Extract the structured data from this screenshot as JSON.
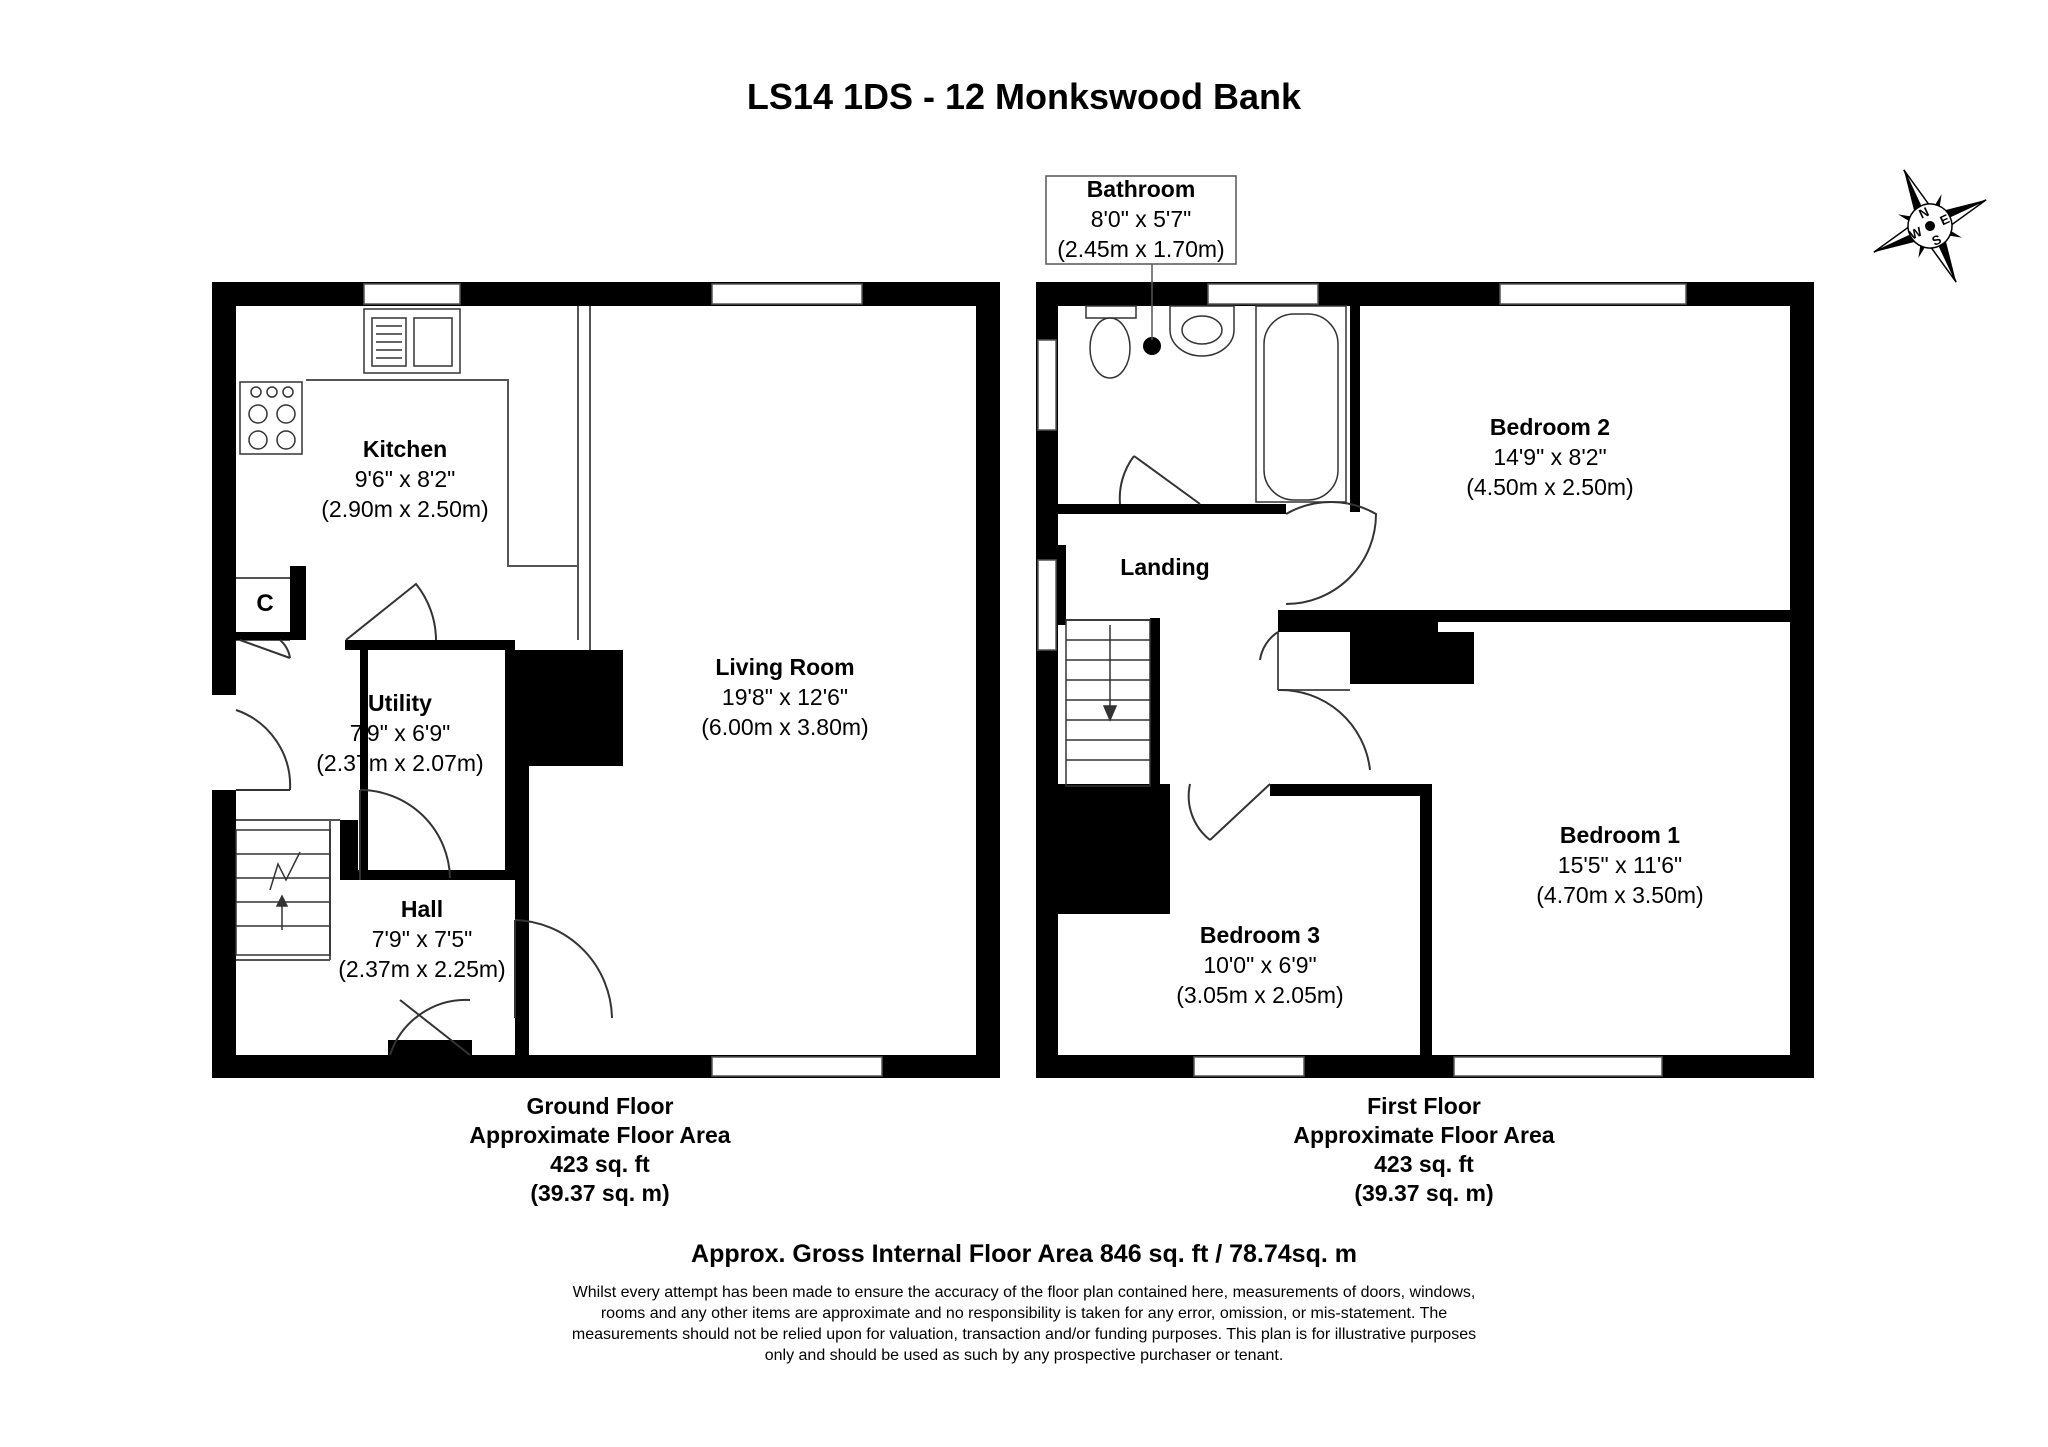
{
  "title": "LS14 1DS - 12 Monkswood Bank",
  "ground_floor": {
    "label_lines": [
      "Ground Floor",
      "Approximate Floor Area",
      "423 sq. ft",
      "(39.37 sq. m)"
    ],
    "rooms": {
      "kitchen": {
        "name": "Kitchen",
        "imperial": "9'6\" x 8'2\"",
        "metric": "(2.90m x 2.50m)"
      },
      "utility": {
        "name": "Utility",
        "imperial": "7'9\" x 6'9\"",
        "metric": "(2.37m x 2.07m)"
      },
      "living": {
        "name": "Living Room",
        "imperial": "19'8\" x 12'6\"",
        "metric": "(6.00m x 3.80m)"
      },
      "hall": {
        "name": "Hall",
        "imperial": "7'9\" x 7'5\"",
        "metric": "(2.37m x 2.25m)"
      },
      "cupboard": {
        "name": "C"
      }
    }
  },
  "first_floor": {
    "label_lines": [
      "First Floor",
      "Approximate Floor Area",
      "423 sq. ft",
      "(39.37 sq. m)"
    ],
    "rooms": {
      "bathroom": {
        "name": "Bathroom",
        "imperial": "8'0\" x 5'7\"",
        "metric": "(2.45m x 1.70m)"
      },
      "bedroom2": {
        "name": "Bedroom 2",
        "imperial": "14'9\" x 8'2\"",
        "metric": "(4.50m x 2.50m)"
      },
      "landing": {
        "name": "Landing"
      },
      "bedroom1": {
        "name": "Bedroom 1",
        "imperial": "15'5\" x 11'6\"",
        "metric": "(4.70m x 3.50m)"
      },
      "bedroom3": {
        "name": "Bedroom 3",
        "imperial": "10'0\" x 6'9\"",
        "metric": "(3.05m x 2.05m)"
      }
    }
  },
  "compass": {
    "n": "N",
    "e": "E",
    "s": "S",
    "w": "W"
  },
  "gross_area": "Approx. Gross Internal Floor Area 846 sq. ft / 78.74sq. m",
  "disclaimer": [
    "Whilst every attempt has been made to ensure the accuracy of the floor plan contained here, measurements of doors, windows,",
    "rooms and any other items are approximate and no responsibility is taken for any error, omission, or mis-statement. The",
    "measurements should not be relied upon for valuation, transaction and/or funding purposes. This plan is for illustrative purposes",
    "only and should be used as such by any prospective purchaser or tenant."
  ],
  "colors": {
    "wall": "#000000",
    "background": "#ffffff",
    "line": "#555555"
  }
}
